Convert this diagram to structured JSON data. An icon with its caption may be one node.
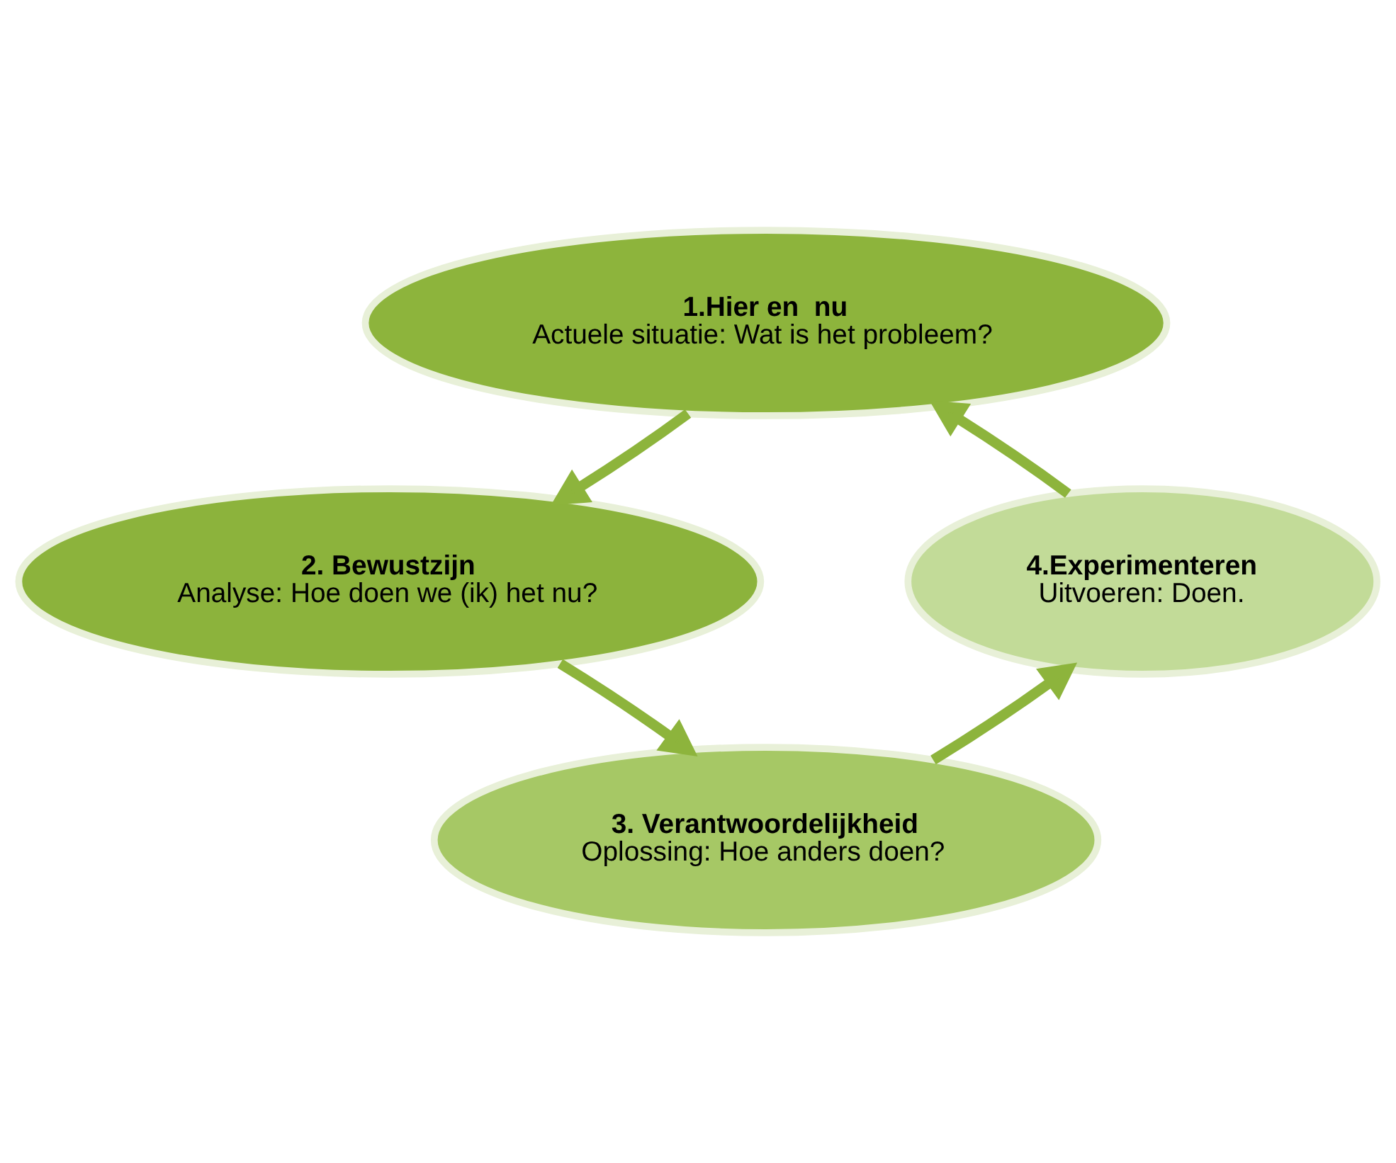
{
  "diagram": {
    "nodes": [
      {
        "text": [
          "1.Hier en  nu",
          "Actuele situatie: Wat is het probleem?"
        ]
      },
      {
        "text": [
          "2. Bewustzijn",
          "Analyse: Hoe doen we (ik) het nu?"
        ]
      },
      {
        "text": [
          "3. Verantwoordelijkheid",
          "Oplossing: Hoe anders doen?"
        ]
      },
      {
        "text": [
          "4.Experimenteren",
          "Uitvoeren: Doen."
        ]
      }
    ],
    "edges": [
      {
        "from": 0,
        "to": 1,
        "arrow": "to"
      },
      {
        "from": 1,
        "to": 2,
        "arrow": "to"
      },
      {
        "from": 2,
        "to": 3,
        "arrow": "to"
      },
      {
        "from": 3,
        "to": 0,
        "arrow": "to"
      }
    ]
  }
}
